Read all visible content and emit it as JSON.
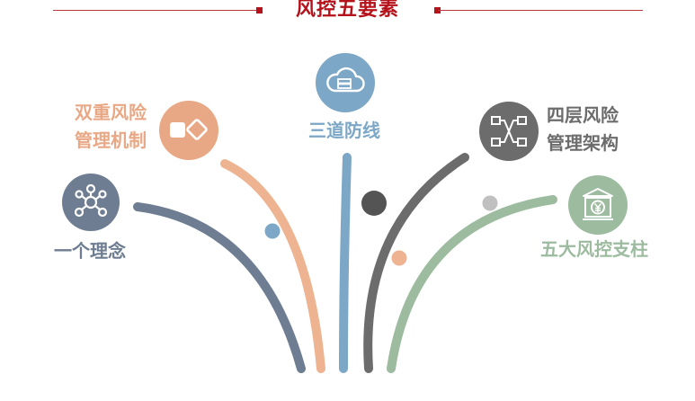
{
  "header": {
    "title": "风控五要素"
  },
  "elements": [
    {
      "key": "concept",
      "text": "一个理念",
      "icon": "network-nodes-icon",
      "color": "#6e7d91"
    },
    {
      "key": "dual",
      "text_lines": [
        "双重风险",
        "管理机制"
      ],
      "icon": "square-diamond-icon",
      "color": "#e9a885"
    },
    {
      "key": "three_lines",
      "text": "三道防线",
      "icon": "cloud-server-icon",
      "color": "#7da7c6"
    },
    {
      "key": "four_layer",
      "text_lines": [
        "四层风险",
        "管理架构"
      ],
      "icon": "connected-boxes-icon",
      "color": "#6c6c6c"
    },
    {
      "key": "pillars",
      "text": "五大风控支柱",
      "icon": "bank-yen-icon",
      "color": "#9cbb9f"
    }
  ]
}
